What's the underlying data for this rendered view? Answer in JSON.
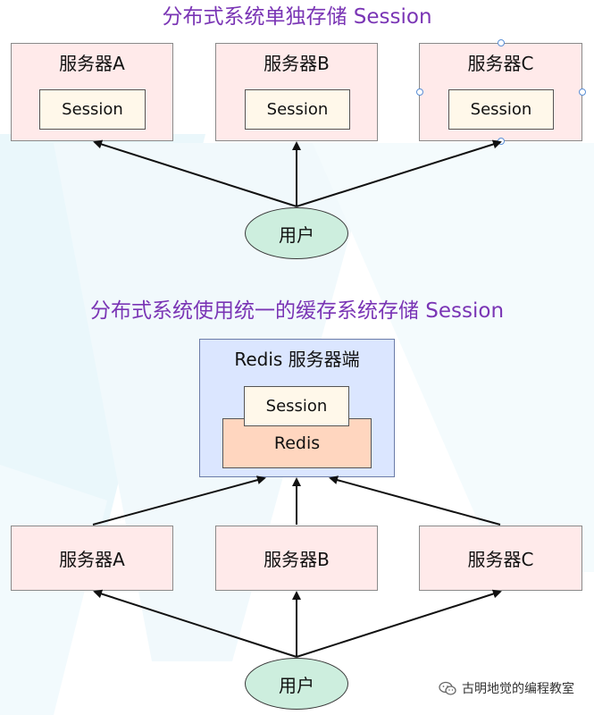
{
  "section1": {
    "title": "分布式系统单独存储 Session",
    "servers": [
      {
        "label": "服务器A",
        "session": "Session"
      },
      {
        "label": "服务器B",
        "session": "Session"
      },
      {
        "label": "服务器C",
        "session": "Session"
      }
    ],
    "user": "用户"
  },
  "section2": {
    "title": "分布式系统使用统一的缓存系统存储 Session",
    "redis_server": {
      "label": "Redis 服务器端",
      "session": "Session",
      "core": "Redis"
    },
    "servers": [
      {
        "label": "服务器A"
      },
      {
        "label": "服务器B"
      },
      {
        "label": "服务器C"
      }
    ],
    "user": "用户"
  },
  "watermark": {
    "text": "古明地觉的编程教室",
    "icon": "wechat-icon"
  },
  "colors": {
    "title": "#7a35b5",
    "server_fill": "#ffeaea",
    "session_fill": "#fff8ea",
    "redis_server_fill": "#dbe6ff",
    "redis_core_fill": "#ffd6bf",
    "user_fill": "#cdeede"
  }
}
